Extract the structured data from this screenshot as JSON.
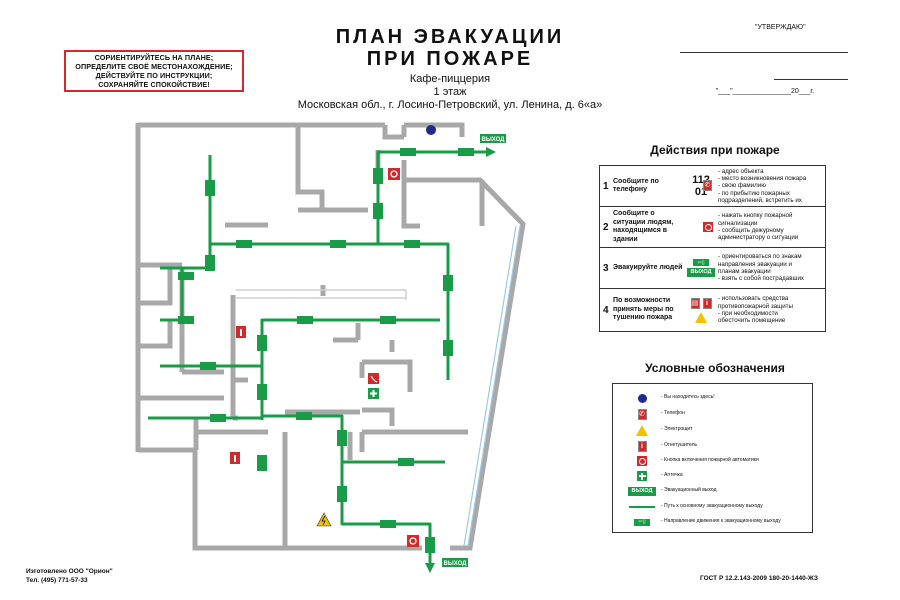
{
  "warning": {
    "lines": [
      "СОРИЕНТИРУЙТЕСЬ НА ПЛАНЕ;",
      "ОПРЕДЕЛИТЕ СВОЁ МЕСТОНАХОЖДЕНИЕ;",
      "ДЕЙСТВУЙТЕ ПО ИНСТРУКЦИИ;",
      "СОХРАНЯЙТЕ СПОКОЙСТВИЕ!"
    ]
  },
  "title": {
    "line1": "ПЛАН ЭВАКУАЦИИ",
    "line2": "ПРИ ПОЖАРЕ"
  },
  "subtitle": {
    "place": "Кафе-пиццерия",
    "floor": "1 этаж",
    "address": "Московская обл., г. Лосино-Петровский, ул. Ленина, д. 6«а»"
  },
  "approve": {
    "title": "\"УТВЕРЖДАЮ\"",
    "date": "\"___\"_______________20___г."
  },
  "actions": {
    "title": "Действия при пожаре",
    "rows": [
      {
        "num": "1",
        "text": "Сообщите по телефону",
        "phone1": "112",
        "phone2": "01",
        "desc": [
          "- адрес объекта",
          "- место возникновения пожара",
          "- свою фамилию",
          "- по прибытию пожарных",
          "  подразделений, встретить их"
        ]
      },
      {
        "num": "2",
        "text": "Сообщите о ситуации людям, находящимся в здании",
        "desc": [
          "- нажать кнопку пожарной",
          "  сигнализации",
          "- сообщить дежурному",
          "  администратору о ситуации"
        ]
      },
      {
        "num": "3",
        "text": "Эвакуируйте людей",
        "exit": "ВЫХОД",
        "desc": [
          "- ориентироваться по знакам",
          "  направления эвакуации и",
          "  планам эвакуации",
          "- взять с собой пострадавших"
        ]
      },
      {
        "num": "4",
        "text": "По возможности принять меры по тушению пожара",
        "desc": [
          "- использовать средства",
          "  противопожарной защиты",
          "- при необходимости",
          "  обесточить помещение"
        ]
      }
    ]
  },
  "legend": {
    "title": "Условные обозначения",
    "items": [
      {
        "icon": "you-are-here-icon",
        "label": "- Вы находитесь здесь!"
      },
      {
        "icon": "phone-icon",
        "label": "- Телефон"
      },
      {
        "icon": "electric-hazard-icon",
        "label": "- Электрощит"
      },
      {
        "icon": "extinguisher-icon",
        "label": "- Огнетушитель"
      },
      {
        "icon": "fire-alarm-button-icon",
        "label": "- Кнопка включения пожарной автоматики"
      },
      {
        "icon": "first-aid-icon",
        "label": "- Аптечка"
      },
      {
        "icon": "exit-sign-icon",
        "label": "- Эвакуационный выход",
        "sign": "ВЫХОД"
      },
      {
        "icon": "evacuation-path-icon",
        "label": "- Путь к основному эвакуационному выходу"
      },
      {
        "icon": "direction-sign-icon",
        "label": "- Направление движения к эвакуационному выходу"
      }
    ]
  },
  "plan": {
    "exit_label": "ВЫХОД"
  },
  "colors": {
    "green": "#1a9b47",
    "red": "#cf2b2b",
    "wall": "#a8a8a8",
    "blue": "#1f2a8a",
    "warning_border": "#d12a2a"
  },
  "footer": {
    "maker": "Изготовлено ООО \"Орион\"",
    "phone": "Тел. (495) 771-57-33",
    "gost": "ГОСТ Р 12.2.143-2009 180-20-1440-ЖЗ"
  }
}
